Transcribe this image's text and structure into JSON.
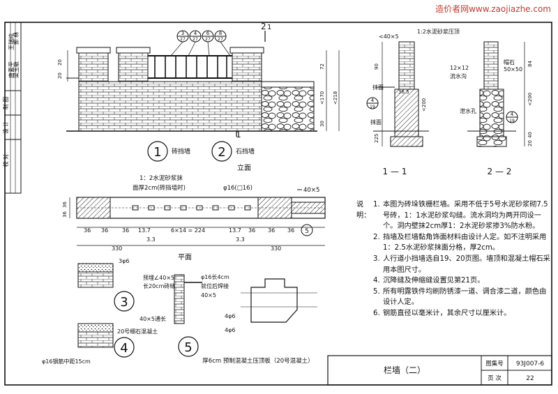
{
  "watermark": "造价者网www.zaojiazhe.com",
  "sign_block": {
    "col1": [
      "校 对",
      "设 计",
      "制 图"
    ],
    "col2": [
      "唐素平",
      "梁玉敏",
      "王瑞纯"
    ],
    "col3": [
      "郭 林"
    ]
  },
  "elevation": {
    "callout_top": [
      "3",
      "27",
      "4",
      "27",
      "6",
      "27",
      "8",
      "27"
    ],
    "section_mark": "2",
    "section_mark_2": "1",
    "dims_left": [
      "20",
      "20"
    ],
    "dims_mid": [
      "72",
      "<170",
      "30"
    ],
    "dims_right": [
      "<218"
    ],
    "label_1_num": "1",
    "label_1_text": "砖挡墙",
    "label_2_num": "2",
    "label_2_text": "石挡墙",
    "title": "立面"
  },
  "plan": {
    "note_1": "1：2水泥砂浆抹",
    "note_2": "面厚2cm(砖挡墙时)",
    "rebar": "φ16(□16)",
    "flat": "40×5",
    "callout": "5",
    "dims_left": [
      "36",
      "36"
    ],
    "dims_bottom": [
      "36",
      "36",
      "36",
      "13.7",
      "6×14 = 224",
      "13.7",
      "36",
      "36",
      "36"
    ],
    "dims_sub": [
      "3.3",
      "3.3"
    ],
    "dims_total": [
      "330",
      "330"
    ],
    "title": "平面"
  },
  "sections": {
    "s11_top": "<40×5",
    "s11_mortar": "1:2水泥砂浆压顶",
    "s11_plaster": "抹面",
    "s11_plaster2": "抹面",
    "s11_bubble_num": "4",
    "s11_bubble_den": "19",
    "s11_dims": [
      "90",
      "36.5",
      "<200",
      "225"
    ],
    "s11_title": "1 — 1",
    "s22_cap": "帽石",
    "s22_cap_size": "50×50",
    "s22_groove_size": "12×12",
    "s22_groove": "流水沟",
    "s22_bubble_num": "4",
    "s22_bubble_den": "19",
    "s22_drain": "泄水孔",
    "s22_dims": [
      "84",
      "<200",
      "40",
      "20"
    ],
    "s22_title": "2 — 2"
  },
  "details": {
    "d3_bar": "3φ6",
    "d3_label": "3",
    "d4_flat": "40×5通长",
    "d4_conc": "20号细石混凝土",
    "d4_rebar": "φ16钢筋中距15cm",
    "d4_label": "4",
    "d5_embed_1": "预埋∠40×5",
    "d5_embed_2": "长20cm砖缝",
    "d5_rebar_1": "φ16长4cm",
    "d5_rebar_2": "就位后焊接",
    "d5_flat": "40×5",
    "d5_label": "5",
    "slab_bars_1": "4φ6",
    "slab_bars_2": "4φ6",
    "slab_note": "厚6cm 预制混凝土压顶板（20号混凝土）"
  },
  "notes": {
    "lead": "说明：",
    "items": [
      {
        "n": "1.",
        "t": "本图为砖垛铁栅栏墙。采用不低于5号水泥砂浆砌7.5号砖，1：1水泥砂浆勾缝。流水洞均为两开同设一个。洞内壁抹2cm厚1：2水泥砂浆掺3%防水粉。"
      },
      {
        "n": "2.",
        "t": "挡墙及栏墙黏角饰面材料由设计人定。如不注明采用1：2.5水泥砂浆抹面分格，厚2cm。"
      },
      {
        "n": "3.",
        "t": "人行道小挡墙选自19、20页图。墙顶和混凝土帽石采用本图尺寸。"
      },
      {
        "n": "4.",
        "t": "沉降缝及伸缩缝设置见第21页。"
      },
      {
        "n": "5.",
        "t": "所有明露铁件均刷防锈漆一道、调合漆二道，颜色由设计人定。"
      },
      {
        "n": "6.",
        "t": "钢筋直径以毫米计，其余尺寸以厘米计。"
      }
    ]
  },
  "title_block": {
    "title": "栏墙（二）",
    "atlas_label": "图集号",
    "atlas_value": "93J007-6",
    "page_label": "页  次",
    "page_value": "22"
  }
}
